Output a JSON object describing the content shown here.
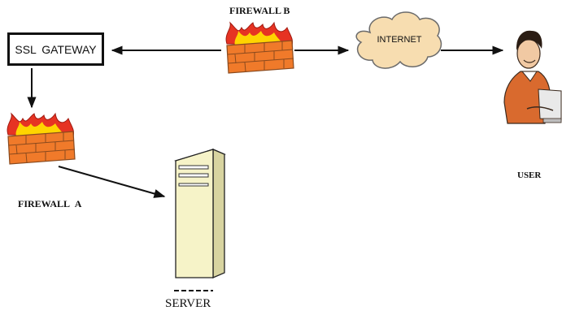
{
  "nodes": {
    "ssl_gateway": "SSL  GATEWAY",
    "firewall_b": "FIREWALL B",
    "internet": "INTERNET",
    "user": "USER",
    "firewall_a": "FIREWALL  A",
    "server": "SERVER"
  },
  "colors": {
    "ink": "#111111",
    "cloud_fill": "#f7ddb0",
    "brick": "#f07a2a",
    "flame_outer": "#e63323",
    "flame_inner": "#ffd400",
    "server_body": "#f6f3c8",
    "server_side": "#d8d4a0"
  },
  "icons": [
    "firewall-icon",
    "cloud-icon",
    "user-computer-icon",
    "server-icon"
  ],
  "edges": [
    {
      "from": "firewall_b",
      "to": "ssl_gateway"
    },
    {
      "from": "firewall_b",
      "to": "internet"
    },
    {
      "from": "internet",
      "to": "user"
    },
    {
      "from": "ssl_gateway",
      "to": "firewall_a"
    },
    {
      "from": "firewall_a",
      "to": "server"
    }
  ]
}
